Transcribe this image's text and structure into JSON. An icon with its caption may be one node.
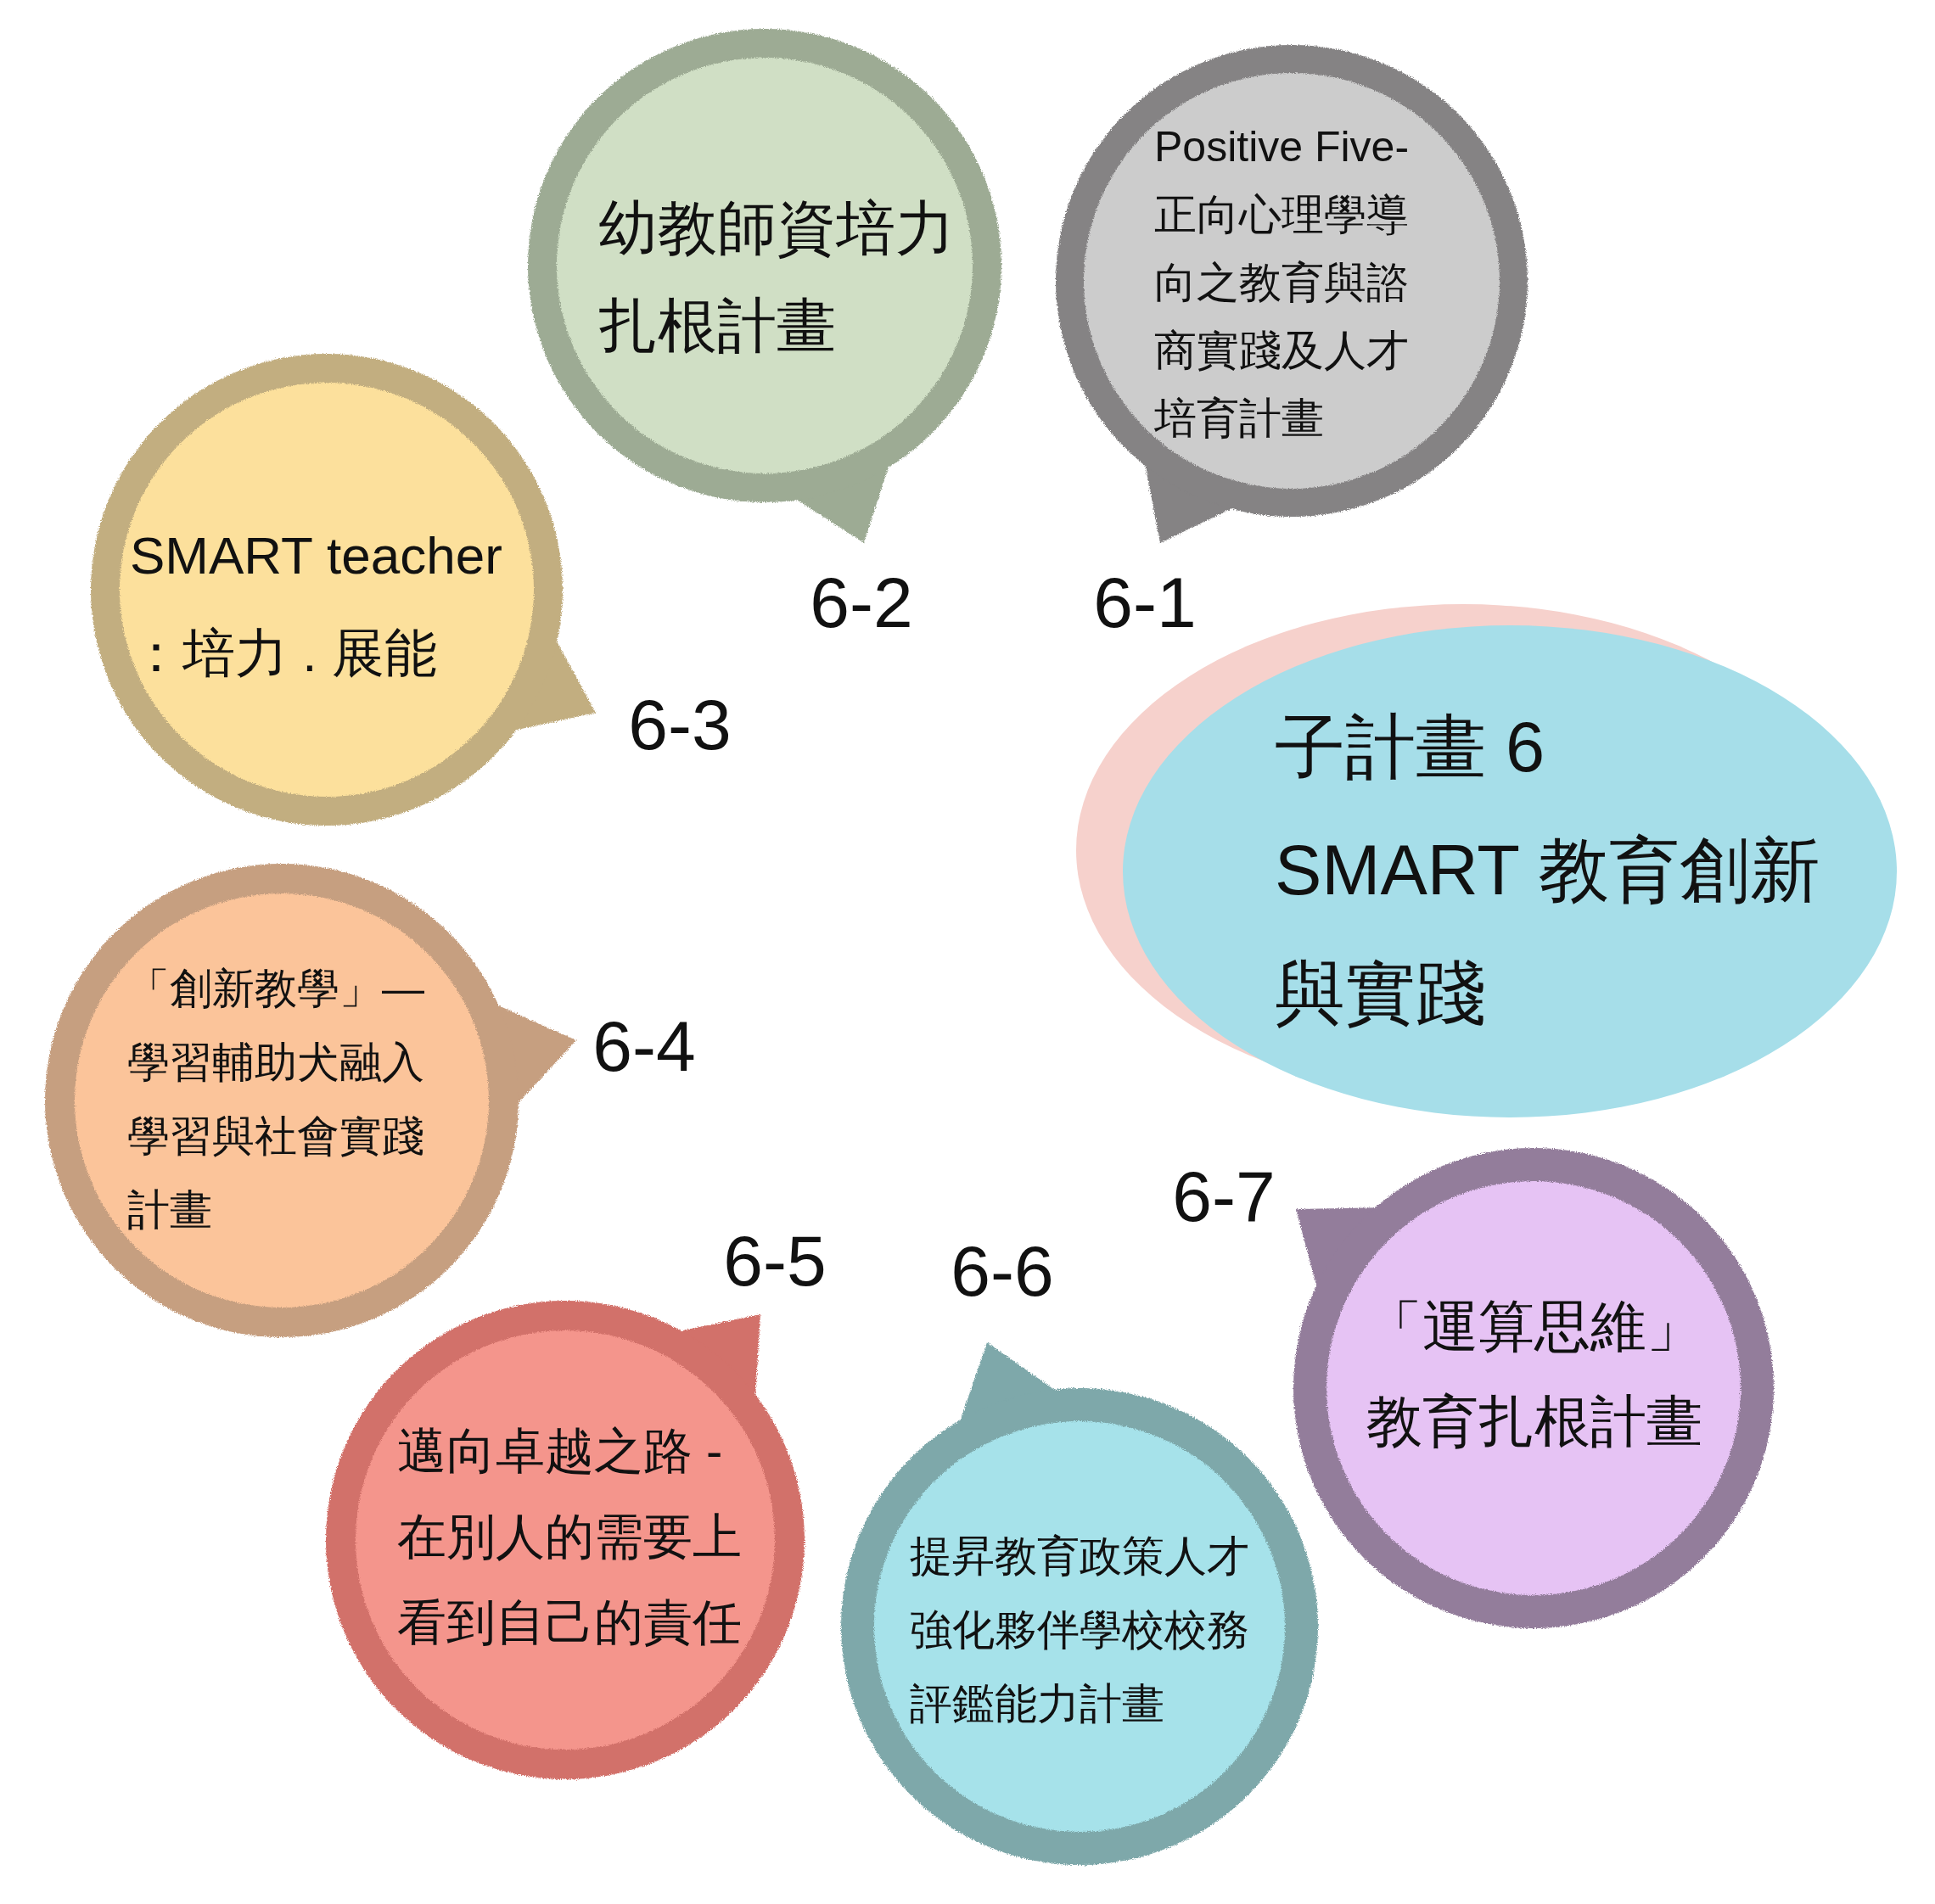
{
  "diagram": {
    "nodes": [
      {
        "text": [
          "幼教師資培力扎根計畫"
        ],
        "beside": [
          "6-2"
        ]
      },
      {
        "text": [
          "Positive Five-正向心理學導向之教育與諮商實踐及人才培育計畫"
        ],
        "beside": [
          "6-1"
        ]
      },
      {
        "text": [
          "SMART teacher ：培力 . 展能"
        ],
        "beside": [
          "6-3"
        ]
      },
      {
        "text": [
          "子計畫 6",
          "SMART 教育創新與實踐"
        ]
      },
      {
        "text": [
          "「創新教學」—學習輔助犬融入學習與社會實踐計畫"
        ],
        "beside": [
          "6-4"
        ]
      },
      {
        "text": [
          "「運算思維」教育扎根計畫"
        ],
        "beside": [
          "6-7"
        ]
      },
      {
        "text": [
          "邁向卓越之路 -在別人的需要上看到自己的責任"
        ],
        "beside": [
          "6-5"
        ]
      },
      {
        "text": [
          "提昇教育政策人才強化夥伴學校校務評鑑能力計畫"
        ],
        "beside": [
          "6-6"
        ]
      }
    ]
  }
}
